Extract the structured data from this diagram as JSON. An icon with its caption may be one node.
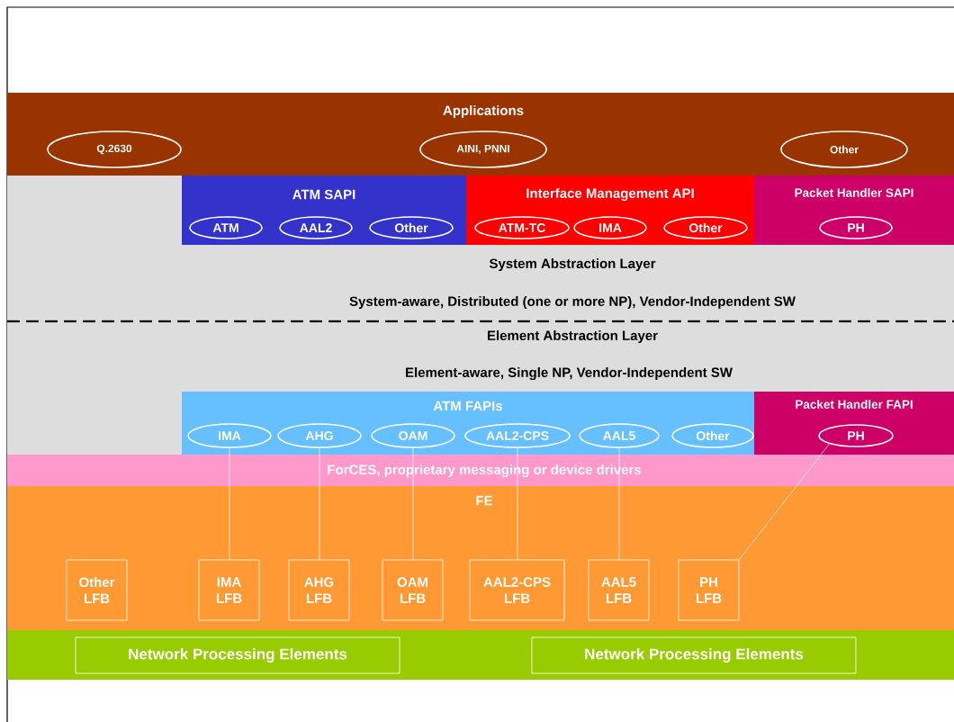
{
  "diagram": {
    "nodes": [
      {
        "text": [
          "Applications"
        ]
      },
      {
        "text": [
          "Q.2630"
        ],
        "in": 0
      },
      {
        "text": [
          "AINI, PNNI"
        ],
        "in": 0
      },
      {
        "text": [
          "Other"
        ],
        "in": 0
      },
      {
        "text": [
          "System Abstraction Layer",
          "System-aware, Distributed (one or more NP), Vendor-Independent SW"
        ]
      },
      {
        "text": [
          "ATM SAPI"
        ],
        "in": 4
      },
      {
        "text": [
          "ATM"
        ],
        "in": 5
      },
      {
        "text": [
          "AAL2"
        ],
        "in": 5
      },
      {
        "text": [
          "Other"
        ],
        "in": 5
      },
      {
        "text": [
          "Interface Management API"
        ],
        "in": 4
      },
      {
        "text": [
          "ATM-TC"
        ],
        "in": 9
      },
      {
        "text": [
          "IMA"
        ],
        "in": 9
      },
      {
        "text": [
          "Other"
        ],
        "in": 9
      },
      {
        "text": [
          "Packet Handler SAPI"
        ],
        "in": 4
      },
      {
        "text": [
          "PH"
        ],
        "in": 13
      },
      {
        "text": [
          "Element Abstraction Layer",
          "Element-aware, Single NP, Vendor-Independent SW"
        ]
      },
      {
        "text": [
          "ATM FAPIs"
        ],
        "in": 15
      },
      {
        "text": [
          "IMA"
        ],
        "in": 16
      },
      {
        "text": [
          "AHG"
        ],
        "in": 16
      },
      {
        "text": [
          "OAM"
        ],
        "in": 16
      },
      {
        "text": [
          "AAL2-CPS"
        ],
        "in": 16
      },
      {
        "text": [
          "AAL5"
        ],
        "in": 16
      },
      {
        "text": [
          "Other"
        ],
        "in": 16
      },
      {
        "text": [
          "Packet Handler FAPI"
        ],
        "in": 15
      },
      {
        "text": [
          "PH"
        ],
        "in": 23
      },
      {
        "text": [
          "ForCES, proprietary messaging or device drivers"
        ]
      },
      {
        "text": [
          "FE"
        ]
      },
      {
        "text": [
          "Other LFB"
        ],
        "in": 26
      },
      {
        "text": [
          "IMA LFB"
        ],
        "in": 26
      },
      {
        "text": [
          "AHG LFB"
        ],
        "in": 26
      },
      {
        "text": [
          "OAM LFB"
        ],
        "in": 26
      },
      {
        "text": [
          "AAL2-CPS LFB"
        ],
        "in": 26
      },
      {
        "text": [
          "AAL5 LFB"
        ],
        "in": 26
      },
      {
        "text": [
          "PH LFB"
        ],
        "in": 26
      },
      {
        "text": [],
        "shape": "bar"
      },
      {
        "text": [
          "Network Processing Elements"
        ],
        "in": 34
      },
      {
        "text": [
          "Network Processing Elements"
        ],
        "in": 34
      }
    ],
    "edges": [
      {
        "from": 17,
        "to": 28,
        "arrow": "none"
      },
      {
        "from": 18,
        "to": 29,
        "arrow": "none"
      },
      {
        "from": 19,
        "to": 30,
        "arrow": "none"
      },
      {
        "from": 20,
        "to": 31,
        "arrow": "none"
      },
      {
        "from": 21,
        "to": 32,
        "arrow": "none"
      },
      {
        "from": 24,
        "to": 33,
        "arrow": "none"
      }
    ]
  }
}
